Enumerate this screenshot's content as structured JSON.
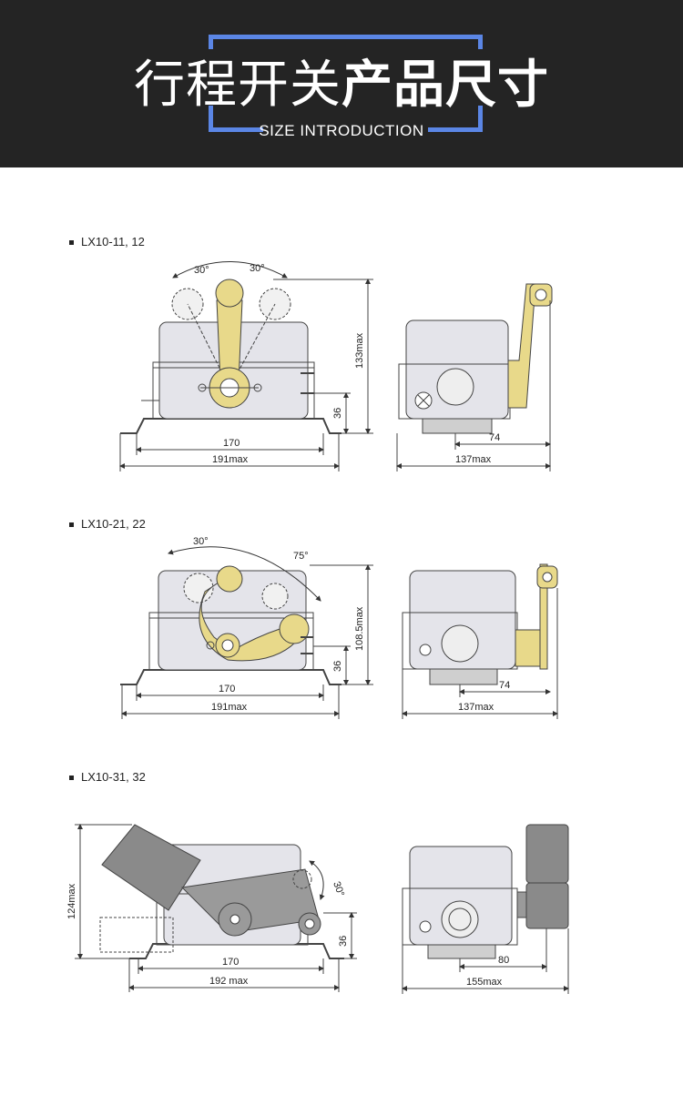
{
  "header": {
    "title_thin": "行程开关",
    "title_bold": "产品尺寸",
    "subtitle": "SIZE INTRODUCTION"
  },
  "colors": {
    "accent": "#5b86e5",
    "header_bg": "#242424",
    "lever": "#e8d98a",
    "body": "#e4e4ea",
    "weight": "#8a8a8a"
  },
  "sections": [
    {
      "model": "LX10-11, 12",
      "front": {
        "angle_left": "30°",
        "angle_right": "30°",
        "width_inner": "170",
        "width_max": "191max",
        "height_max": "133max",
        "height_base": "36"
      },
      "side": {
        "depth_inner": "74",
        "depth_max": "137max"
      }
    },
    {
      "model": "LX10-21, 22",
      "front": {
        "angle_left": "30°",
        "angle_right": "75°",
        "width_inner": "170",
        "width_max": "191max",
        "height_max": "108.5max",
        "height_base": "36"
      },
      "side": {
        "depth_inner": "74",
        "depth_max": "137max"
      }
    },
    {
      "model": "LX10-31, 32",
      "front": {
        "angle": "30°",
        "width_inner": "170",
        "width_max": "192 max",
        "height_max": "124max",
        "height_base": "36"
      },
      "side": {
        "depth_inner": "80",
        "depth_max": "155max"
      }
    }
  ]
}
